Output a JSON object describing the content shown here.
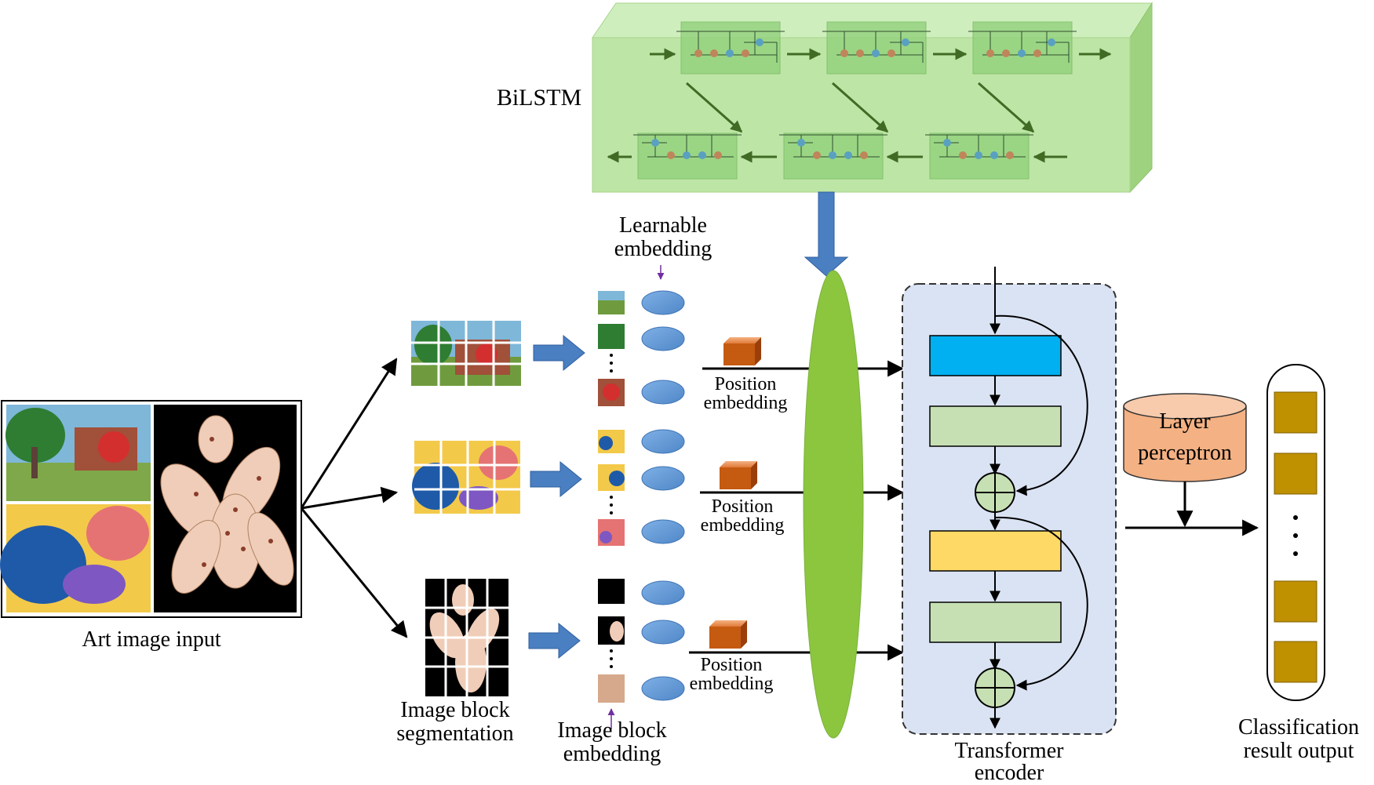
{
  "labels": {
    "bilstm": "BiLSTM",
    "learnable_embedding_line1": "Learnable",
    "learnable_embedding_line2": "embedding",
    "position_embedding_line1": "Position",
    "position_embedding_line2": "embedding",
    "art_image_input": "Art image input",
    "image_block_segmentation_line1": "Image block",
    "image_block_segmentation_line2": "segmentation",
    "image_block_embedding_line1": "Image block",
    "image_block_embedding_line2": "embedding",
    "layer_perceptron_line1": "Layer",
    "layer_perceptron_line2": "perceptron",
    "transformer_encoder_line1": "Transformer",
    "transformer_encoder_line2": "encoder",
    "classification_line1": "Classification",
    "classification_line2": "result output"
  },
  "colors": {
    "bilstm_box": "#b9e3a2",
    "bilstm_cell": "#8fd07a",
    "arrow_blue": "#4a7fc1",
    "learnable_ellipse": "#5b9bd5",
    "green_ellipse": "#8cc63f",
    "encoder_bg": "#d9e1f2",
    "mha_block": "#00b0f0",
    "ffn_block": "#c6e0b4",
    "norm_block": "#ffd966",
    "perceptron": "#f4b183",
    "output_cell": "#bf9000",
    "position_cube": "#c55a11",
    "bilstm_arrow": "#548235"
  }
}
